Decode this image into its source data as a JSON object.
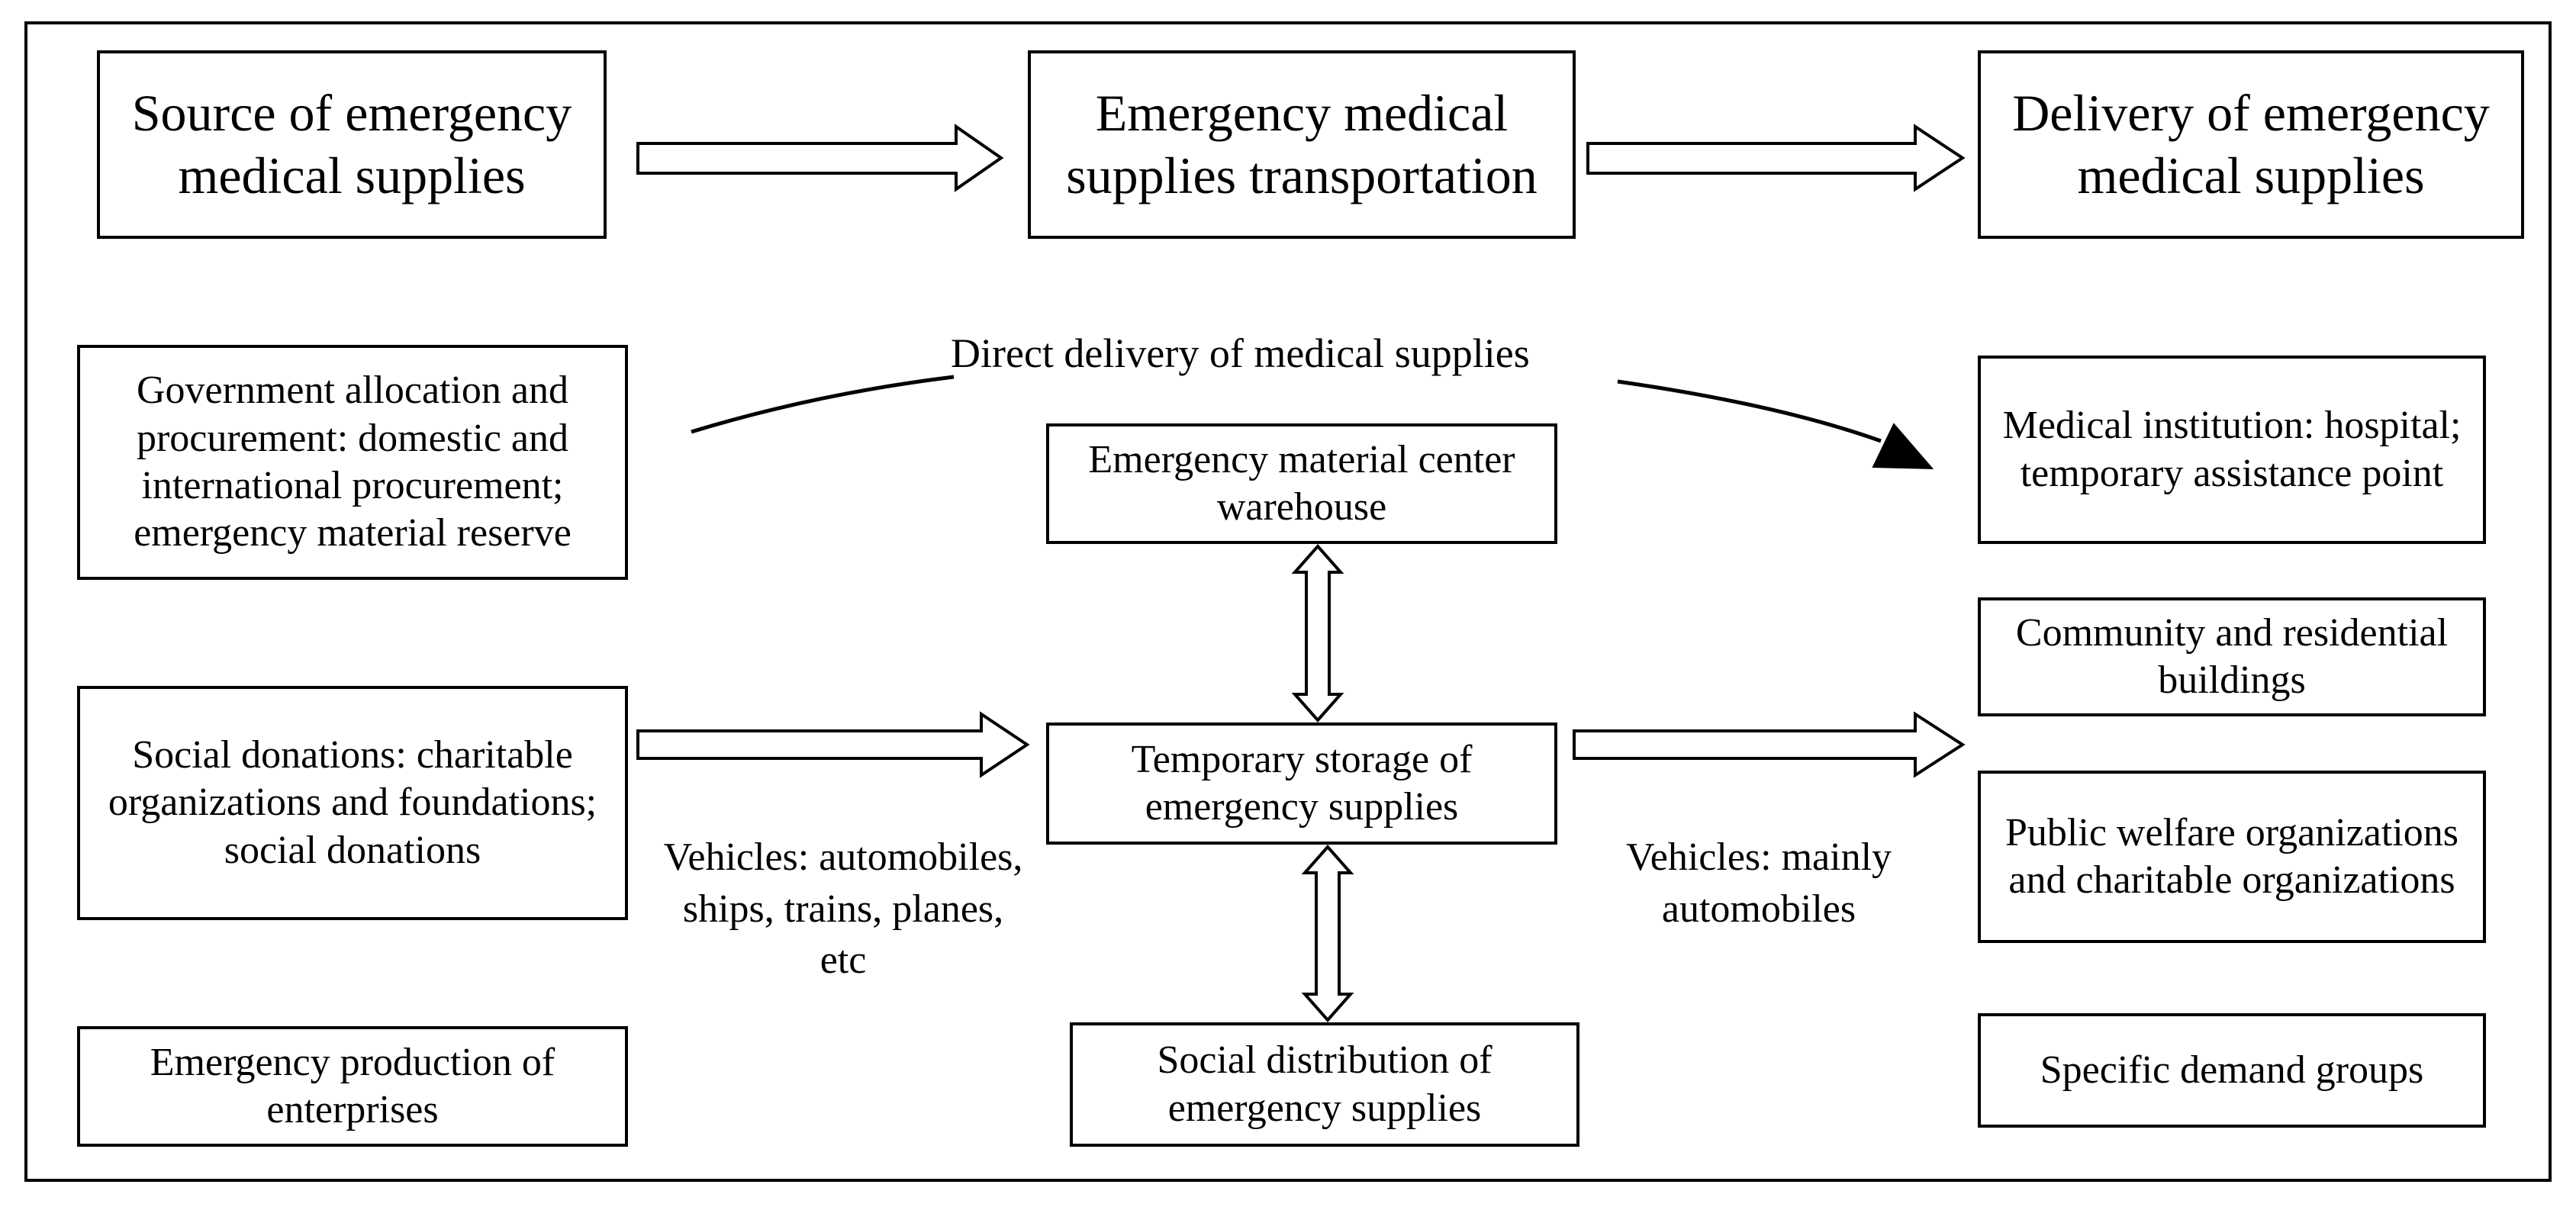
{
  "headers": {
    "source": "Source of emergency medical supplies",
    "transport": "Emergency medical supplies transportation",
    "delivery": "Delivery of emergency medical supplies"
  },
  "sources": {
    "government": "Government allocation and procurement: domestic and international procurement; emergency material reserve",
    "donations": "Social donations: charitable organizations and foundations; social donations",
    "production": "Emergency production of enterprises"
  },
  "transport": {
    "warehouse": "Emergency material center warehouse",
    "temporary_storage": "Temporary storage of emergency supplies",
    "social_distribution": "Social distribution of emergency supplies"
  },
  "delivery": {
    "medical": "Medical institution: hospital; temporary assistance point",
    "community": "Community and residential buildings",
    "public_welfare": "Public welfare organizations and charitable organizations",
    "specific_groups": "Specific demand groups"
  },
  "labels": {
    "direct_delivery": "Direct delivery of medical supplies",
    "vehicles_left": "Vehicles: automobiles, ships, trains, planes, etc",
    "vehicles_right": "Vehicles: mainly automobiles"
  }
}
